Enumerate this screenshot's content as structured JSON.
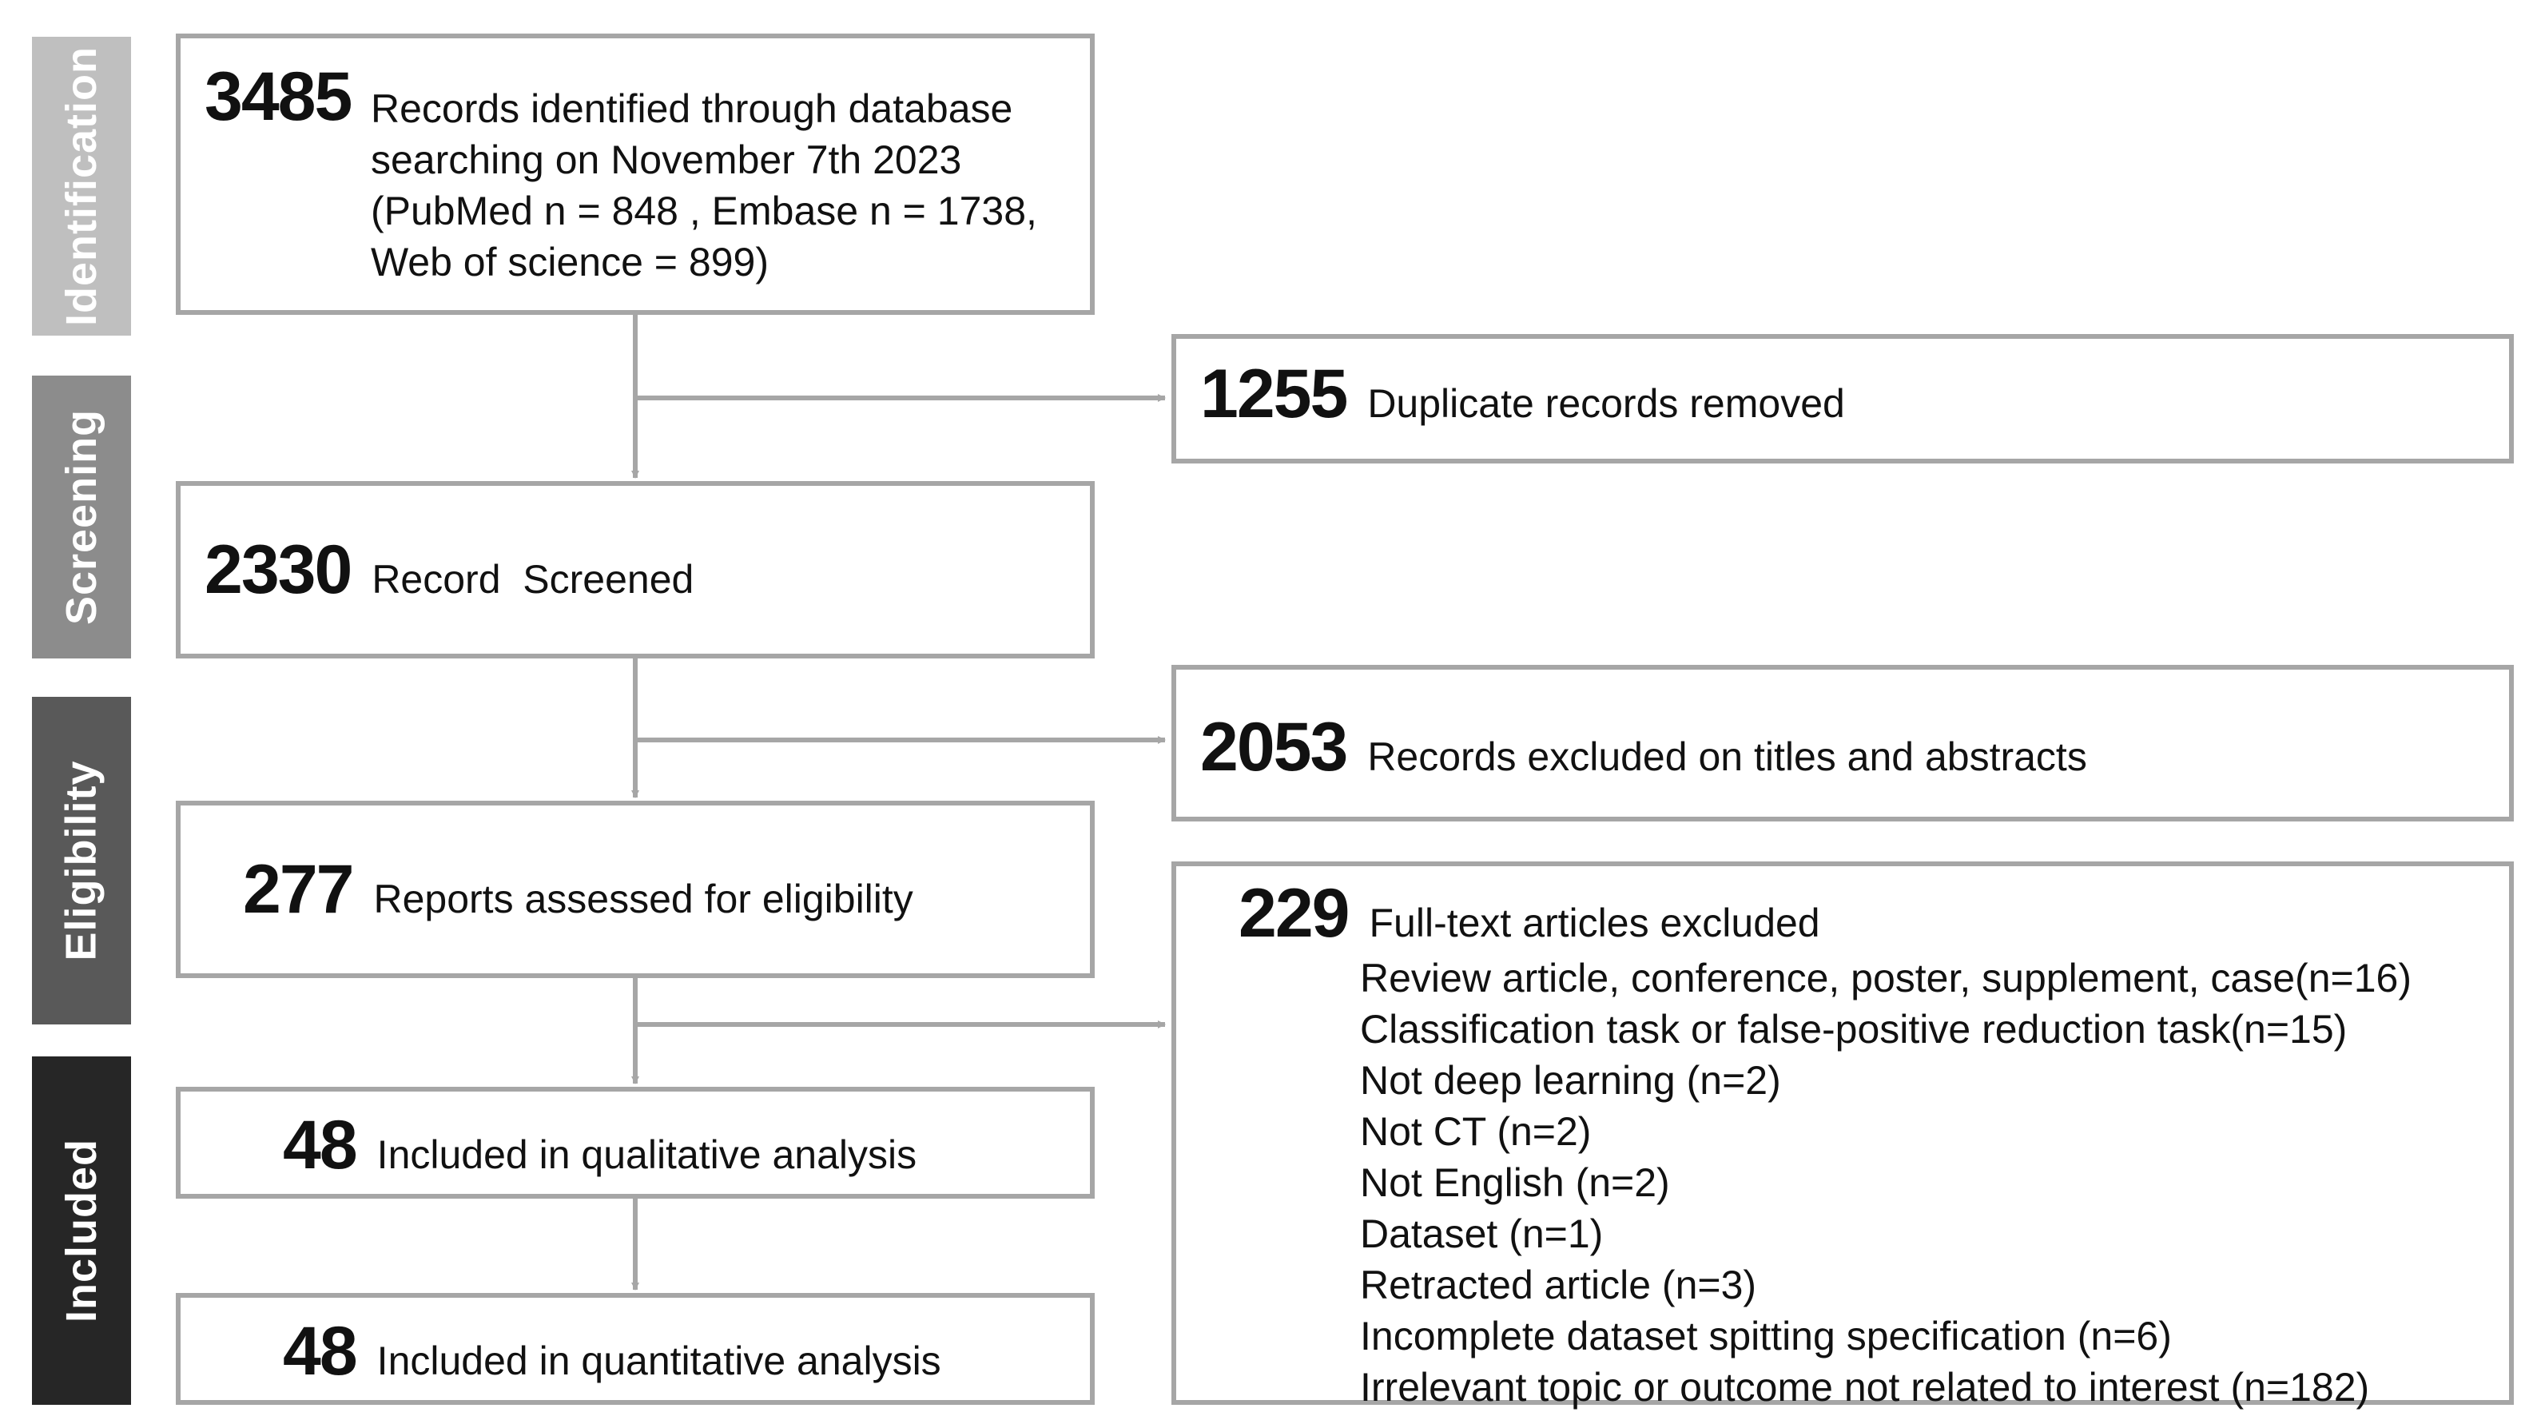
{
  "stages": [
    {
      "label": "Identification",
      "color": "#bfbfbf"
    },
    {
      "label": "Screening",
      "color": "#8c8c8c"
    },
    {
      "label": "Eligibility",
      "color": "#595959"
    },
    {
      "label": "Included",
      "color": "#262626"
    }
  ],
  "flow": {
    "identified": {
      "count": "3485",
      "lines": [
        "Records identified through database",
        "searching on November 7th 2023",
        "(PubMed n = 848 , Embase n = 1738,",
        "Web of science = 899)"
      ]
    },
    "screened": {
      "count": "2330",
      "label": "Record  Screened"
    },
    "assessed": {
      "count": "277",
      "label": "Reports assessed for eligibility"
    },
    "qualitative": {
      "count": "48",
      "label": "Included in qualitative analysis"
    },
    "quantitative": {
      "count": "48",
      "label": "Included in quantitative analysis"
    }
  },
  "exclusions": {
    "duplicates": {
      "count": "1255",
      "label": "Duplicate records removed"
    },
    "titles_abstracts": {
      "count": "2053",
      "label": "Records excluded on titles and abstracts"
    },
    "full_text": {
      "count": "229",
      "label": "Full-text articles excluded",
      "reasons": [
        "Review article, conference, poster, supplement, case(n=16)",
        "Classification task or false-positive reduction task(n=15)",
        "Not deep learning (n=2)",
        "Not CT (n=2)",
        "Not English (n=2)",
        "Dataset (n=1)",
        "Retracted article (n=3)",
        "Incomplete dataset spitting specification (n=6)",
        "Irrelevant topic or outcome not related to interest (n=182)"
      ]
    }
  },
  "colors": {
    "box_border": "#a6a6a6",
    "arrow": "#a6a6a6"
  }
}
